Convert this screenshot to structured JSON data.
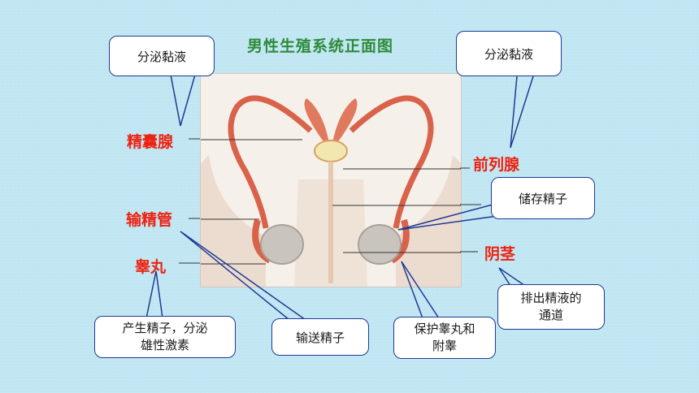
{
  "title": "男性生殖系统正面图",
  "labels": {
    "seminal_vesicle": "精囊腺",
    "prostate": "前列腺",
    "vas_deferens": "输精管",
    "testis": "睾丸",
    "penis": "阴茎"
  },
  "callouts": {
    "secrete_left": "分泌黏液",
    "secrete_right": "分泌黏液",
    "store_sperm": "储存精子",
    "testis_line1": "产生精子，分泌",
    "testis_line2": "雄性激素",
    "transport": "输送精子",
    "epi_line1": "保护睾丸和",
    "epi_line2": "附睾",
    "urethra_line1": "排出精液的",
    "urethra_line2": "通道"
  },
  "colors": {
    "label_red": "#ee2211",
    "box_border": "#1f3a93",
    "title_green": "#2e8b3a",
    "organ": "#d9624a"
  }
}
